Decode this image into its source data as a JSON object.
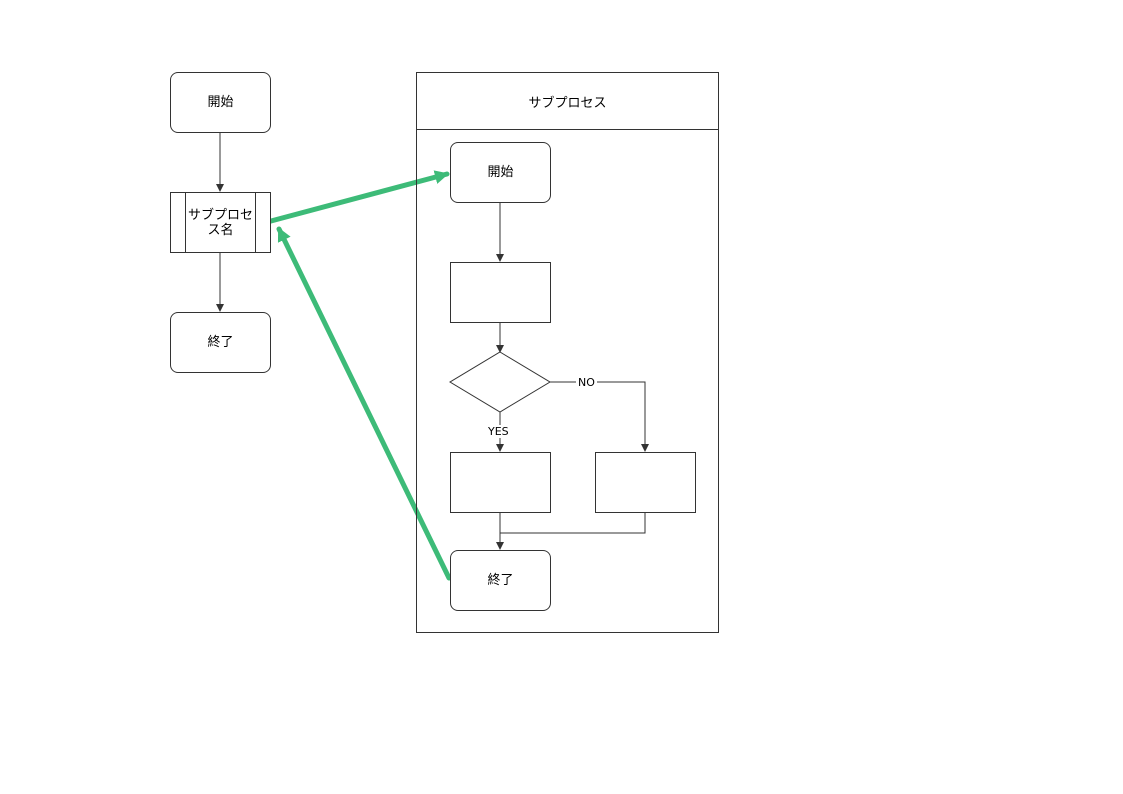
{
  "main_flow": {
    "start_label": "開始",
    "subprocess_label": "サブプロセス名",
    "end_label": "終了"
  },
  "subprocess": {
    "title": "サブプロセス",
    "start_label": "開始",
    "process_label": "",
    "decision_label": "",
    "yes_process_label": "",
    "no_process_label": "",
    "end_label": "終了",
    "yes_label": "YES",
    "no_label": "NO"
  },
  "colors": {
    "line": "#333333",
    "link_arrow": "#3dbb78",
    "background": "#ffffff"
  }
}
